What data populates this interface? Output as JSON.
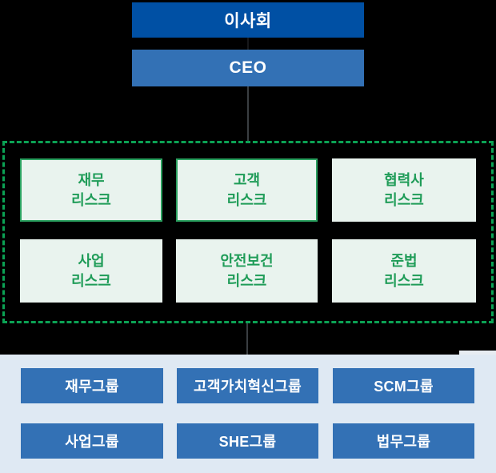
{
  "diagram": {
    "board": {
      "label": "이사회"
    },
    "ceo": {
      "label": "CEO"
    },
    "risk_area": {
      "items": [
        {
          "label_line1": "재무",
          "label_line2": "리스크"
        },
        {
          "label_line1": "고객",
          "label_line2": "리스크"
        },
        {
          "label_line1": "협력사",
          "label_line2": "리스크"
        },
        {
          "label_line1": "사업",
          "label_line2": "리스크"
        },
        {
          "label_line1": "안전보건",
          "label_line2": "리스크"
        },
        {
          "label_line1": "준법",
          "label_line2": "리스크"
        }
      ]
    },
    "group_panel": {
      "items": [
        {
          "label": "재무그룹"
        },
        {
          "label": "고객가치혁신그룹"
        },
        {
          "label": "SCM그룹"
        },
        {
          "label": "사업그룹"
        },
        {
          "label": "SHE그룹"
        },
        {
          "label": "법무그룹"
        }
      ]
    },
    "colors": {
      "background": "#000000",
      "board_blue": "#0050a4",
      "ceo_blue": "#3371b5",
      "group_blue": "#3371b5",
      "group_panel_bg": "#dfe9f3",
      "risk_box_bg": "#e9f3ee",
      "risk_text_green": "#1f9c58",
      "risk_border_green": "#2ba160",
      "dashed_border_green": "#0ba254",
      "connector_gray": "#3a3e42"
    }
  }
}
